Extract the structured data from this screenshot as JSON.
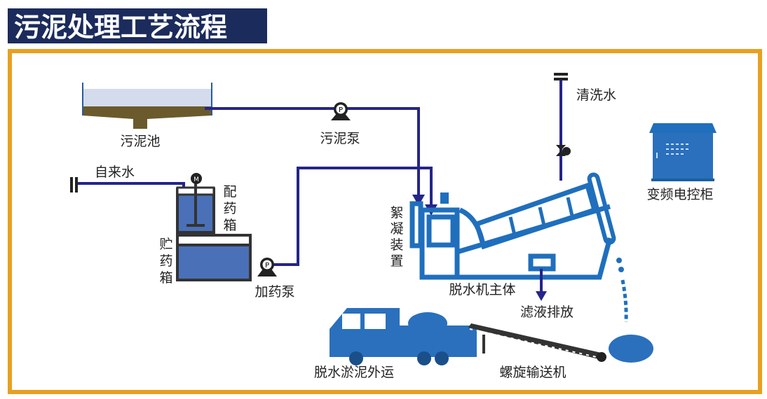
{
  "title": "污泥处理工艺流程",
  "labels": {
    "sludge_tank": "污泥池",
    "sludge_pump": "污泥泵",
    "tap_water": "自来水",
    "mixing_tank": [
      "配",
      "药",
      "箱"
    ],
    "storage_tank": [
      "贮",
      "药",
      "箱"
    ],
    "dosing_pump": "加药泵",
    "flocculation": [
      "絮",
      "凝",
      "装",
      "置"
    ],
    "dewatering_body": "脱水机主体",
    "filtrate_discharge": "滤液排放",
    "wash_water": "清洗水",
    "control_cabinet": "变频电控柜",
    "sludge_transport": "脱水淤泥外运",
    "screw_conveyor": "螺旋输送机"
  },
  "pump_symbol": "P",
  "motor_symbol": "M",
  "colors": {
    "title_bg": "#1b2b5c",
    "frame": "#e8a020",
    "pipe": "#25258a",
    "machine": "#1f6fbd",
    "sludge": "#6b5a2c",
    "water": "#d3dbec"
  }
}
